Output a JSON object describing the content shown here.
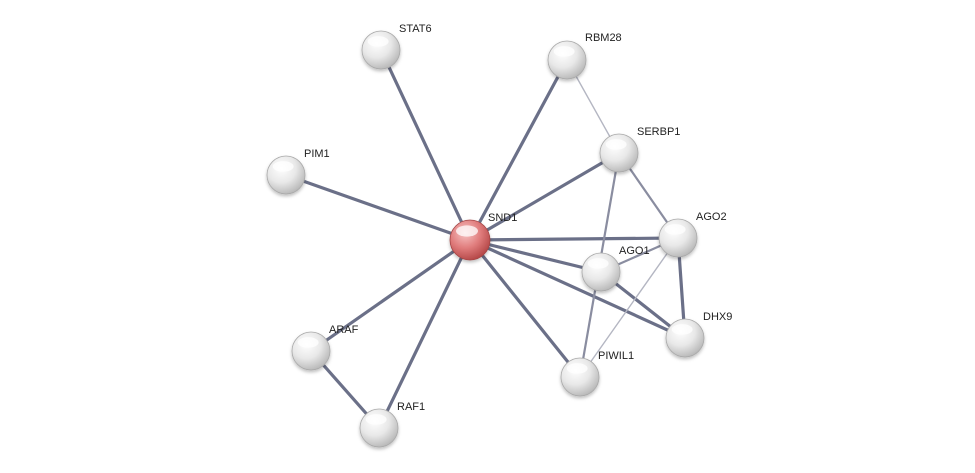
{
  "colors": {
    "edge_strong": "#6b7088",
    "edge_medium": "#8a8da0",
    "edge_weak": "#b4b6c2",
    "node_default": "#e6e6e6",
    "node_query": "#d96b6b"
  },
  "nodes": [
    {
      "id": "SND1",
      "label": "SND1",
      "query": true
    },
    {
      "id": "STAT6",
      "label": "STAT6"
    },
    {
      "id": "RBM28",
      "label": "RBM28"
    },
    {
      "id": "PIM1",
      "label": "PIM1"
    },
    {
      "id": "SERBP1",
      "label": "SERBP1"
    },
    {
      "id": "AGO2",
      "label": "AGO2"
    },
    {
      "id": "AGO1",
      "label": "AGO1"
    },
    {
      "id": "DHX9",
      "label": "DHX9"
    },
    {
      "id": "ARAF",
      "label": "ARAF"
    },
    {
      "id": "PIWIL1",
      "label": "PIWIL1"
    },
    {
      "id": "RAF1",
      "label": "RAF1"
    }
  ],
  "edges": [
    {
      "source": "SND1",
      "target": "STAT6",
      "strength": "strong"
    },
    {
      "source": "SND1",
      "target": "RBM28",
      "strength": "strong"
    },
    {
      "source": "SND1",
      "target": "PIM1",
      "strength": "strong"
    },
    {
      "source": "SND1",
      "target": "SERBP1",
      "strength": "strong"
    },
    {
      "source": "SND1",
      "target": "AGO2",
      "strength": "strong"
    },
    {
      "source": "SND1",
      "target": "AGO1",
      "strength": "strong"
    },
    {
      "source": "SND1",
      "target": "DHX9",
      "strength": "strong"
    },
    {
      "source": "SND1",
      "target": "ARAF",
      "strength": "strong"
    },
    {
      "source": "SND1",
      "target": "PIWIL1",
      "strength": "strong"
    },
    {
      "source": "SND1",
      "target": "RAF1",
      "strength": "strong"
    },
    {
      "source": "ARAF",
      "target": "RAF1",
      "strength": "strong"
    },
    {
      "source": "AGO2",
      "target": "DHX9",
      "strength": "strong"
    },
    {
      "source": "AGO1",
      "target": "DHX9",
      "strength": "strong"
    },
    {
      "source": "AGO1",
      "target": "AGO2",
      "strength": "medium"
    },
    {
      "source": "SERBP1",
      "target": "AGO2",
      "strength": "medium"
    },
    {
      "source": "SERBP1",
      "target": "PIWIL1",
      "strength": "medium"
    },
    {
      "source": "RBM28",
      "target": "SERBP1",
      "strength": "weak"
    },
    {
      "source": "AGO2",
      "target": "PIWIL1",
      "strength": "weak"
    }
  ]
}
